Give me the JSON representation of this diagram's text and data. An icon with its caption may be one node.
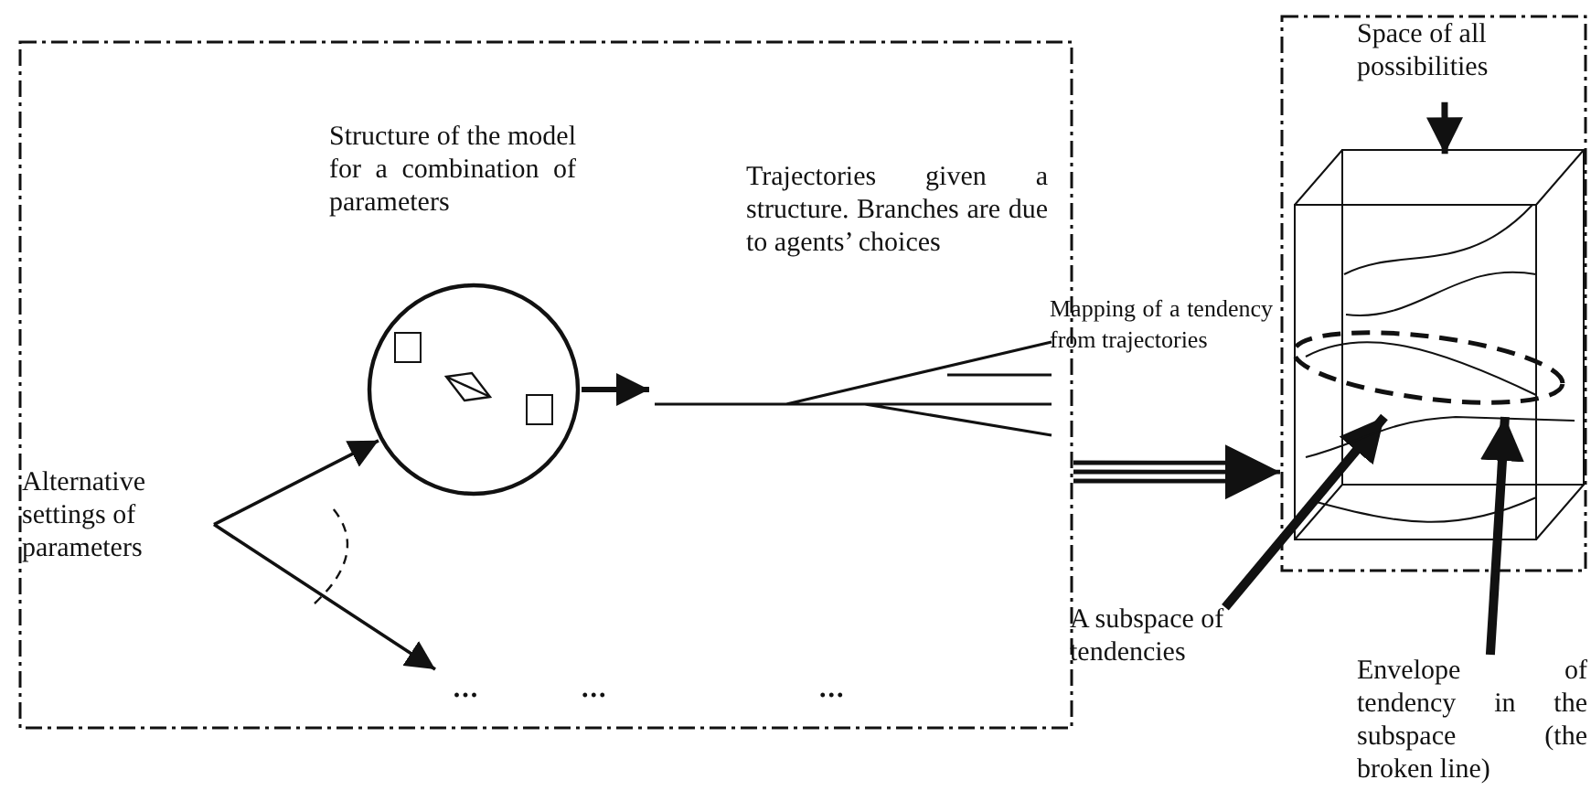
{
  "diagram": {
    "nodes": [
      {
        "text": [],
        "shape": "box"
      },
      {
        "text": [
          "Alternative settings of parameters"
        ],
        "in": 0
      },
      {
        "text": [
          "Structure of the model for a combination of parameters"
        ],
        "in": 0
      },
      {
        "text": [
          "..."
        ],
        "in": 0
      },
      {
        "text": [
          "Trajectories given a structure. Branches are due to agents’ choices"
        ],
        "in": 0
      },
      {
        "text": [],
        "shape": "box"
      },
      {
        "text": [
          "Space of all possibilities"
        ],
        "in": 5
      },
      {
        "text": [],
        "shape": "box",
        "in": 5
      },
      {
        "text": [],
        "shape": "ellipse",
        "in": 7
      },
      {
        "text": [
          "A subspace of tendencies"
        ]
      },
      {
        "text": [
          "Envelope of tendency in the subspace (the broken line)"
        ]
      }
    ],
    "edges": [
      {
        "from": 1,
        "to": 2,
        "arrow": "to"
      },
      {
        "from": 1,
        "to": 3,
        "arrow": "to"
      },
      {
        "from": 2,
        "to": 4,
        "arrow": "to"
      },
      {
        "from": 0,
        "to": 5,
        "arrow": "to",
        "label": "Mapping of a tendency from trajectories"
      },
      {
        "from": 6,
        "to": 7,
        "arrow": "to"
      },
      {
        "from": 9,
        "to": 8,
        "arrow": "to"
      },
      {
        "from": 10,
        "to": 8,
        "arrow": "to"
      }
    ],
    "labels": [
      "...",
      "..."
    ]
  }
}
